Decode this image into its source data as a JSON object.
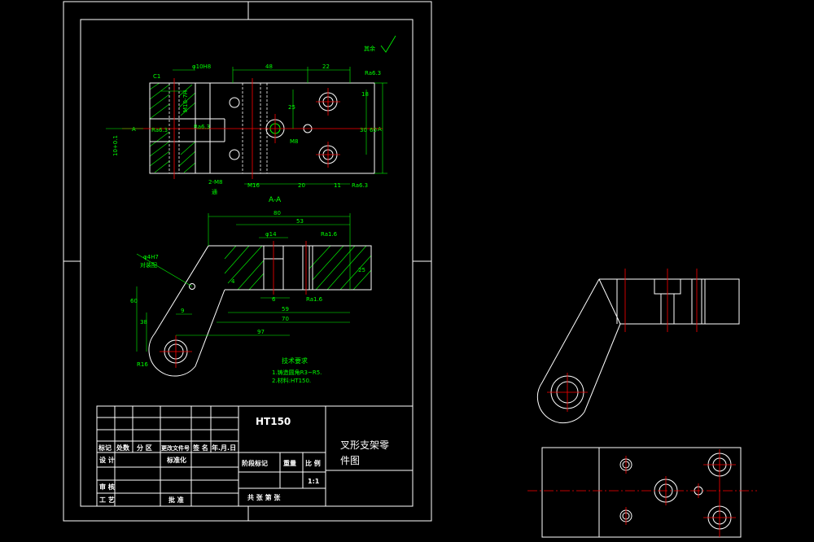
{
  "colors": {
    "background": "#000000",
    "outline": "#ffffff",
    "dimension": "#00ff00",
    "centerline": "#ff0000",
    "hatch": "#00ff00"
  },
  "drawing": {
    "section_label": "A-A",
    "section_marker_left": "A",
    "section_marker_right": "A",
    "surface_note": "其余",
    "top_view": {
      "dims": {
        "bore": "φ10H8",
        "chamfer": "C1",
        "len_48": "48",
        "len_22": "22",
        "ra_top": "Ra6.3",
        "ra_left": "Ra6.3",
        "ra_mid": "Ra6.3",
        "ra_bottom": "Ra6.3",
        "w_18": "18",
        "w_25": "25",
        "w_30": "30",
        "h_60": "60",
        "thread_m8": "M8",
        "thread_m16": "M16",
        "holes_2m8": "2-M8",
        "through": "通",
        "bot_20": "20",
        "bot_11": "11",
        "tol": "10+0.1",
        "dim_m10": "M10-7H"
      }
    },
    "section_view": {
      "dims": {
        "len_80": "80",
        "len_53": "53",
        "bore_14": "φ14",
        "ra_top": "Ra1.6",
        "ra_right": "Ra1.6",
        "h_25": "25",
        "h_60": "60",
        "h_38": "38",
        "off_9": "9",
        "w_6": "6",
        "len_59": "59",
        "len_70": "70",
        "len_97": "97",
        "r_16": "R16",
        "hole_note_1": "φ4H7",
        "hole_note_2": "对装配",
        "groove": "4"
      }
    },
    "tech_requirements": {
      "title": "技术要求",
      "items": [
        "1.铸造圆角R3~R5.",
        "2.材料:HT150."
      ]
    }
  },
  "title_block": {
    "material": "HT150",
    "part_name_line1": "叉形支架零",
    "part_name_line2": "件图",
    "headers": [
      "标记",
      "处数",
      "分 区",
      "更改文件号",
      "签 名",
      "年.月.日"
    ],
    "row_design": "设 计",
    "row_standard": "标准化",
    "row_stage": "阶段标记",
    "row_weight": "重量",
    "row_scale": "比 例",
    "scale_value": "1:1",
    "row_review": "审 核",
    "row_process": "工 艺",
    "row_approve": "批 准",
    "sheets": "共  张  第  张"
  }
}
